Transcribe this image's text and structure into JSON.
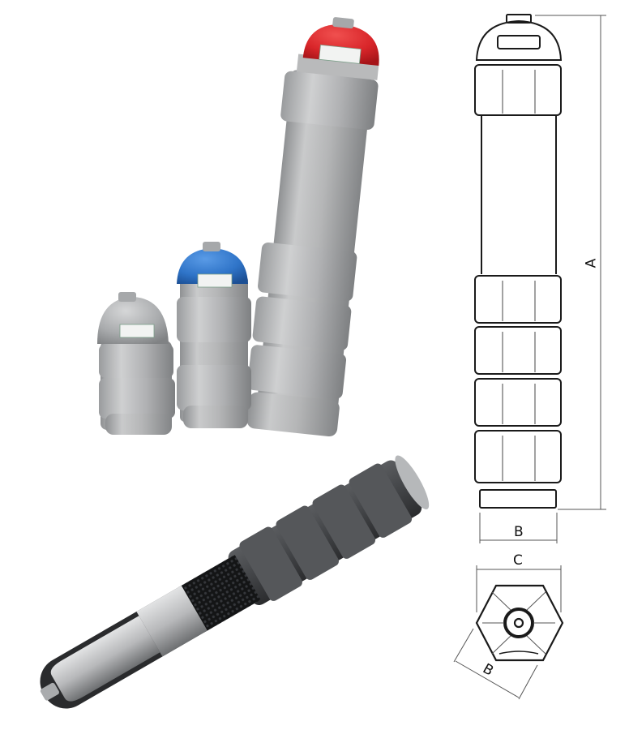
{
  "figure": {
    "type": "product-technical-illustration",
    "subject": "hydraulic piston/bladder accumulators (three sizes) with cutaway and dimension drawing"
  },
  "colors": {
    "background": "#ffffff",
    "body_metal": "#b8b9ba",
    "body_shadow": "#8e9091",
    "cap_red": "#d9262a",
    "cap_blue": "#2f74c8",
    "cap_grey": "#a9abad",
    "cutaway_dark": "#3a3b3d",
    "carbon_fiber": "#151617",
    "liner": "#c9cacb",
    "line": "#1a1a1a"
  },
  "products": [
    {
      "id": "small",
      "cap_color": "grey",
      "label_present": true
    },
    {
      "id": "medium",
      "cap_color": "blue",
      "label_present": true
    },
    {
      "id": "large",
      "cap_color": "red",
      "label_present": true
    }
  ],
  "cutaway": {
    "layers": [
      "metal liner",
      "carbon fiber wrap",
      "hex nut sleeves"
    ]
  },
  "dimensions": {
    "length_label": "A",
    "width_flat_label": "B",
    "width_across_corners_label": "C",
    "width_flat_label_2": "B"
  }
}
